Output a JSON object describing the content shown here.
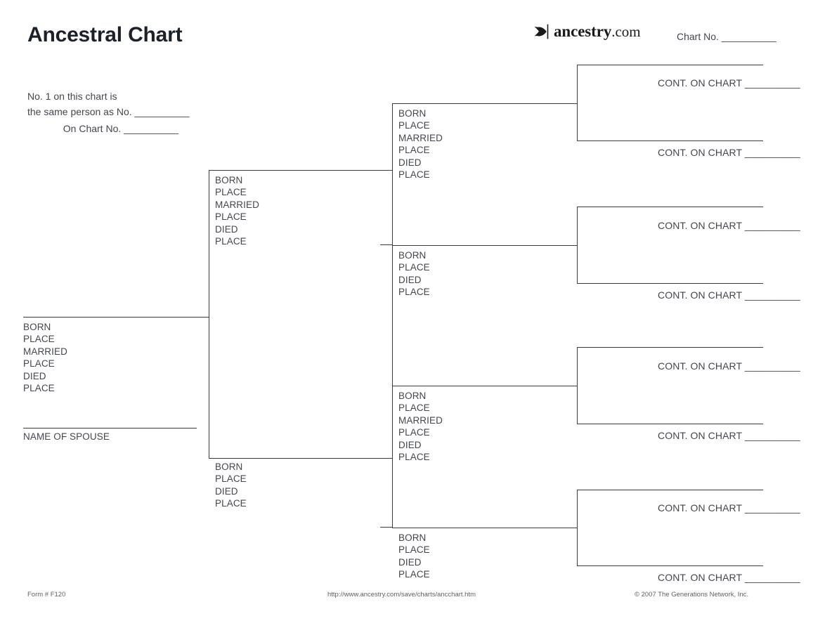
{
  "header": {
    "title": "Ancestral Chart",
    "brand_name": "ancestry",
    "brand_tld": ".com",
    "brand_icon": "ancestry-leaf-icon",
    "chart_no_label": "Chart No. __________"
  },
  "note": {
    "line1": "No. 1 on this chart is",
    "line2": "the same person as No. __________",
    "line3": "On Chart No. __________"
  },
  "labels": {
    "born": "BORN",
    "place": "PLACE",
    "married": "MARRIED",
    "died": "DIED",
    "name_of_spouse": "NAME OF SPOUSE",
    "cont_on_chart": "CONT. ON CHART __________"
  },
  "person_1": {
    "fields": [
      "BORN",
      "PLACE",
      "MARRIED",
      "PLACE",
      "DIED",
      "PLACE"
    ],
    "spouse_caption": "NAME OF SPOUSE"
  },
  "generation_2": [
    {
      "position": "father",
      "fields": [
        "BORN",
        "PLACE",
        "MARRIED",
        "PLACE",
        "DIED",
        "PLACE"
      ]
    },
    {
      "position": "mother",
      "fields": [
        "BORN",
        "PLACE",
        "DIED",
        "PLACE"
      ]
    }
  ],
  "generation_3": [
    {
      "position": "paternal-grandfather",
      "fields": [
        "BORN",
        "PLACE",
        "MARRIED",
        "PLACE",
        "DIED",
        "PLACE"
      ]
    },
    {
      "position": "paternal-grandmother",
      "fields": [
        "BORN",
        "PLACE",
        "DIED",
        "PLACE"
      ]
    },
    {
      "position": "maternal-grandfather",
      "fields": [
        "BORN",
        "PLACE",
        "MARRIED",
        "PLACE",
        "DIED",
        "PLACE"
      ]
    },
    {
      "position": "maternal-grandmother",
      "fields": [
        "BORN",
        "PLACE",
        "DIED",
        "PLACE"
      ]
    }
  ],
  "generation_4": [
    {
      "slot": 1,
      "label": "CONT. ON CHART __________"
    },
    {
      "slot": 2,
      "label": "CONT. ON CHART __________"
    },
    {
      "slot": 3,
      "label": "CONT. ON CHART __________"
    },
    {
      "slot": 4,
      "label": "CONT. ON CHART __________"
    },
    {
      "slot": 5,
      "label": "CONT. ON CHART __________"
    },
    {
      "slot": 6,
      "label": "CONT. ON CHART __________"
    },
    {
      "slot": 7,
      "label": "CONT. ON CHART __________"
    },
    {
      "slot": 8,
      "label": "CONT. ON CHART __________"
    }
  ],
  "footer": {
    "form_number": "Form # F120",
    "url": "http://www.ancestry.com/save/charts/ancchart.htm",
    "copyright": "© 2007 The Generations Network, Inc."
  },
  "colors": {
    "text": "#42464d",
    "title": "#1c2029",
    "rule": "#3c3c3c",
    "footer_text": "#5b5f66",
    "background": "#ffffff"
  }
}
